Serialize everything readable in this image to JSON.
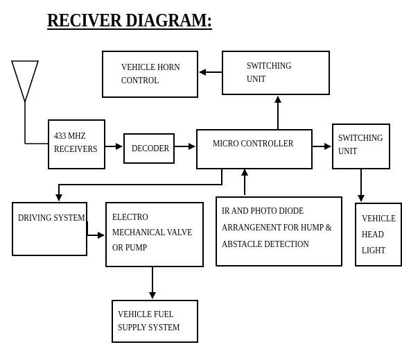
{
  "title": "RECIVER DIAGRAM:",
  "blocks": {
    "vehicle_horn_control": "VEHICLE HORN\nCONTROL",
    "switching_unit_top": "SWITCHING\nUNIT",
    "receivers": "433 MHZ\nRECEIVERS",
    "decoder": "DECODER",
    "micro_controller": "MICRO CONTROLLER",
    "switching_unit_right": "SWITCHING\nUNIT",
    "driving_system": "DRIVING SYSTEM",
    "electro_valve": "ELECTRO\nMECHANICAL VALVE\nOR PUMP",
    "ir_photo_diode": "IR AND PHOTO DIODE\nARRANGENENT FOR HUMP &\nABSTACLE DETECTION",
    "vehicle_head_light": "VEHICLE\nHEAD\nLIGHT",
    "vehicle_fuel_supply": "VEHICLE FUEL\nSUPPLY SYSTEM"
  }
}
